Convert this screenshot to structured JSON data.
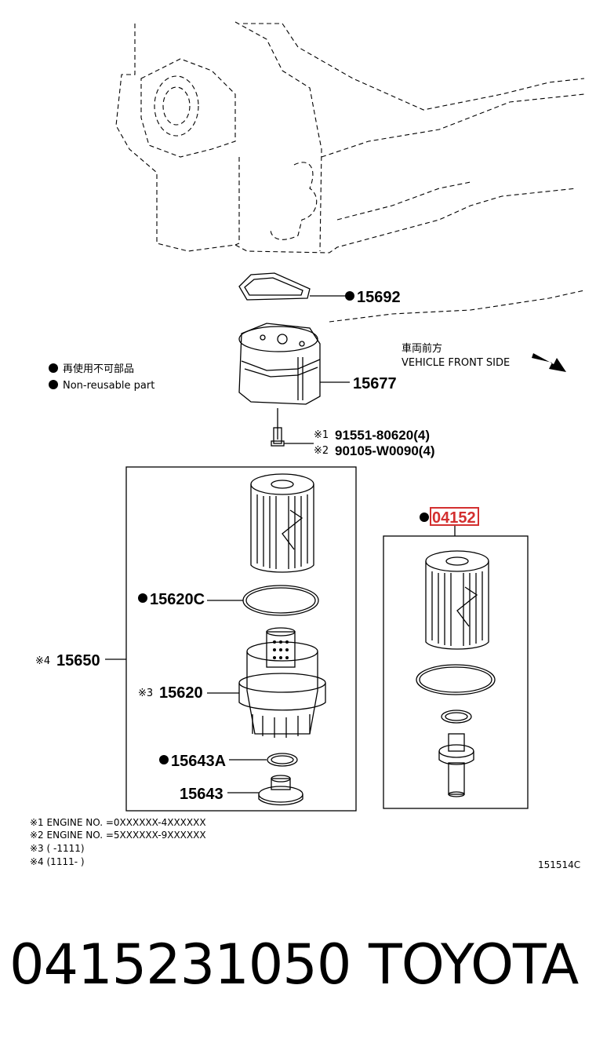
{
  "callouts": {
    "p15692": "15692",
    "p15677": "15677",
    "p91551": "91551-80620(4)",
    "p90105": "90105-W0090(4)",
    "p04152": "04152",
    "p15620C": "15620C",
    "p15650": "15650",
    "p15620": "15620",
    "p15643A": "15643A",
    "p15643": "15643"
  },
  "marks": {
    "m1": "※1",
    "m2": "※2",
    "m3": "※3",
    "m4": "※4",
    "dot": "●"
  },
  "legend": {
    "jp": "再使用不可部品",
    "en": "Non-reusable part"
  },
  "direction": {
    "jp": "車両前方",
    "en": "VEHICLE FRONT SIDE"
  },
  "notes": [
    "※1 ENGINE NO. =0XXXXXX-4XXXXXX",
    "※2 ENGINE NO. =5XXXXXX-9XXXXXX",
    "※3 (       -1111)",
    "※4 (1111-       )"
  ],
  "diagram_code": "151514C",
  "footer": {
    "part_number": "0415231050",
    "brand": "TOYOTA"
  },
  "colors": {
    "highlight": "#d32f2f"
  }
}
